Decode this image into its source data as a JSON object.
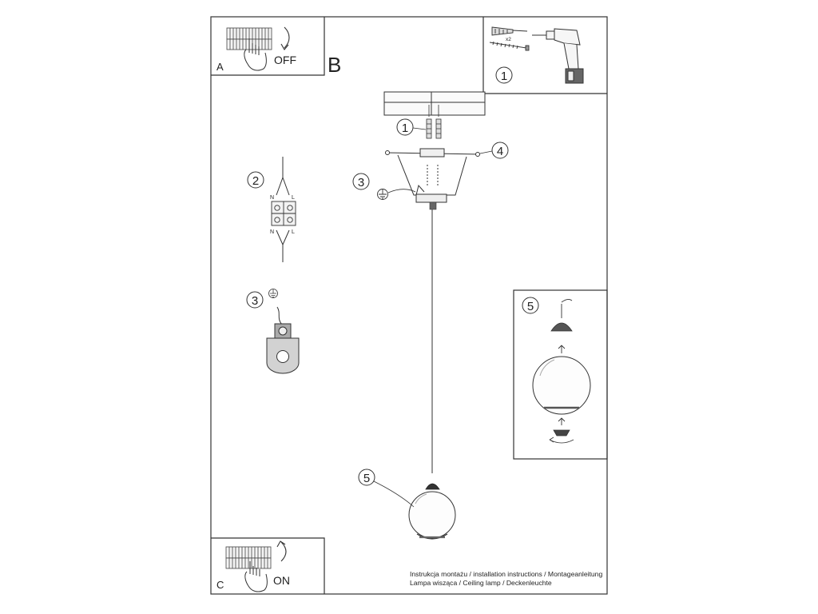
{
  "panels": {
    "a": {
      "letter": "A",
      "action": "OFF"
    },
    "b": {
      "letter": "B"
    },
    "c": {
      "letter": "C",
      "action": "ON"
    }
  },
  "tools": {
    "step": "1",
    "quantity": "x2"
  },
  "callouts": {
    "dowels": "1",
    "wiring": "2",
    "ground_detail": "3",
    "ground_canopy": "3",
    "screws": "4",
    "shade_detail": "5",
    "shade": "5"
  },
  "wiring_labels": {
    "n_top": "N",
    "l_top": "L",
    "n_bottom": "N",
    "l_bottom": "L"
  },
  "caption": {
    "line1": "Instrukcja montażu / installation instructions / Montageanleitung",
    "line2": "Lampa wisząca / Ceiling lamp / Deckenleuchte"
  }
}
